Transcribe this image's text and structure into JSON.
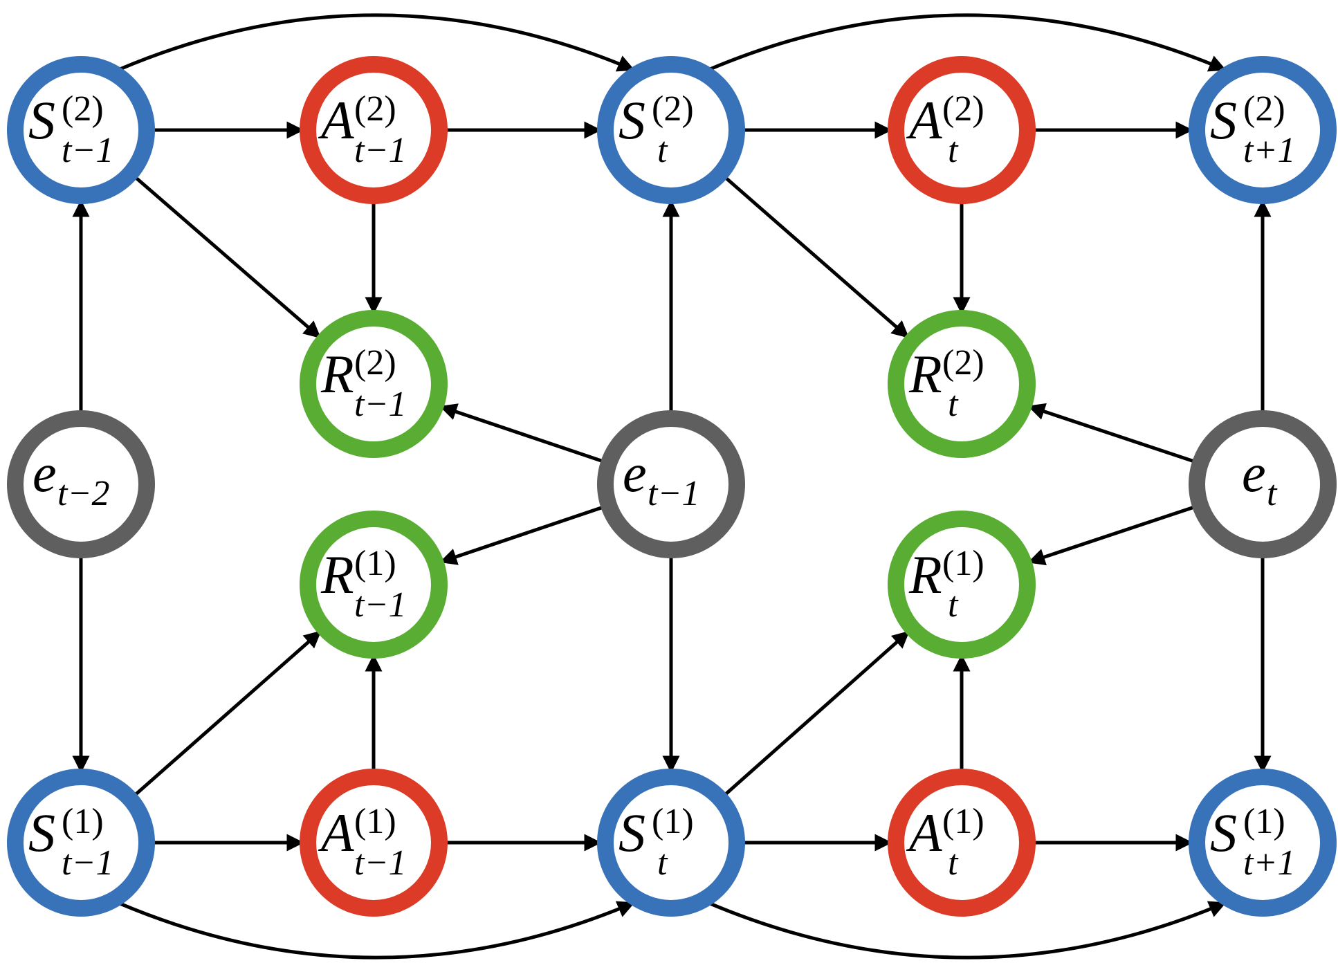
{
  "colors": {
    "state": "#3872b8",
    "action": "#db3b27",
    "reward": "#58ad32",
    "exogenous": "#5f5f5f",
    "edge": "#000000"
  },
  "nodes": {
    "s2_tm1": {
      "kind": "state",
      "main": "S",
      "sup": "(2)",
      "sub": "t−1"
    },
    "a2_tm1": {
      "kind": "action",
      "main": "A",
      "sup": "(2)",
      "sub": "t−1"
    },
    "s2_t": {
      "kind": "state",
      "main": "S",
      "sup": "(2)",
      "sub": "t"
    },
    "a2_t": {
      "kind": "action",
      "main": "A",
      "sup": "(2)",
      "sub": "t"
    },
    "s2_tp1": {
      "kind": "state",
      "main": "S",
      "sup": "(2)",
      "sub": "t+1"
    },
    "r2_tm1": {
      "kind": "reward",
      "main": "R",
      "sup": "(2)",
      "sub": "t−1"
    },
    "r2_t": {
      "kind": "reward",
      "main": "R",
      "sup": "(2)",
      "sub": "t"
    },
    "e_tm2": {
      "kind": "exogenous",
      "main": "e",
      "sup": "",
      "sub": "t−2"
    },
    "e_tm1": {
      "kind": "exogenous",
      "main": "e",
      "sup": "",
      "sub": "t−1"
    },
    "e_t": {
      "kind": "exogenous",
      "main": "e",
      "sup": "",
      "sub": "t"
    },
    "r1_tm1": {
      "kind": "reward",
      "main": "R",
      "sup": "(1)",
      "sub": "t−1"
    },
    "r1_t": {
      "kind": "reward",
      "main": "R",
      "sup": "(1)",
      "sub": "t"
    },
    "s1_tm1": {
      "kind": "state",
      "main": "S",
      "sup": "(1)",
      "sub": "t−1"
    },
    "a1_tm1": {
      "kind": "action",
      "main": "A",
      "sup": "(1)",
      "sub": "t−1"
    },
    "s1_t": {
      "kind": "state",
      "main": "S",
      "sup": "(1)",
      "sub": "t"
    },
    "a1_t": {
      "kind": "action",
      "main": "A",
      "sup": "(1)",
      "sub": "t"
    },
    "s1_tp1": {
      "kind": "state",
      "main": "S",
      "sup": "(1)",
      "sub": "t+1"
    }
  },
  "edges": [
    {
      "from": "s2_tm1",
      "to": "a2_tm1"
    },
    {
      "from": "a2_tm1",
      "to": "s2_t"
    },
    {
      "from": "s2_t",
      "to": "a2_t"
    },
    {
      "from": "a2_t",
      "to": "s2_tp1"
    },
    {
      "from": "s2_tm1",
      "to": "s2_t",
      "curve": "top"
    },
    {
      "from": "s2_t",
      "to": "s2_tp1",
      "curve": "top"
    },
    {
      "from": "s2_tm1",
      "to": "r2_tm1"
    },
    {
      "from": "a2_tm1",
      "to": "r2_tm1"
    },
    {
      "from": "s2_t",
      "to": "r2_t"
    },
    {
      "from": "a2_t",
      "to": "r2_t"
    },
    {
      "from": "e_tm2",
      "to": "s2_tm1"
    },
    {
      "from": "e_tm2",
      "to": "s1_tm1"
    },
    {
      "from": "e_tm1",
      "to": "s2_t"
    },
    {
      "from": "e_tm1",
      "to": "s1_t"
    },
    {
      "from": "e_tm1",
      "to": "r2_tm1"
    },
    {
      "from": "e_tm1",
      "to": "r1_tm1"
    },
    {
      "from": "e_t",
      "to": "s2_tp1"
    },
    {
      "from": "e_t",
      "to": "s1_tp1"
    },
    {
      "from": "e_t",
      "to": "r2_t"
    },
    {
      "from": "e_t",
      "to": "r1_t"
    },
    {
      "from": "s1_tm1",
      "to": "a1_tm1"
    },
    {
      "from": "a1_tm1",
      "to": "s1_t"
    },
    {
      "from": "s1_t",
      "to": "a1_t"
    },
    {
      "from": "a1_t",
      "to": "s1_tp1"
    },
    {
      "from": "s1_tm1",
      "to": "s1_t",
      "curve": "bottom"
    },
    {
      "from": "s1_t",
      "to": "s1_tp1",
      "curve": "bottom"
    },
    {
      "from": "s1_tm1",
      "to": "r1_tm1"
    },
    {
      "from": "a1_tm1",
      "to": "r1_tm1"
    },
    {
      "from": "s1_t",
      "to": "r1_t"
    },
    {
      "from": "a1_t",
      "to": "r1_t"
    }
  ]
}
